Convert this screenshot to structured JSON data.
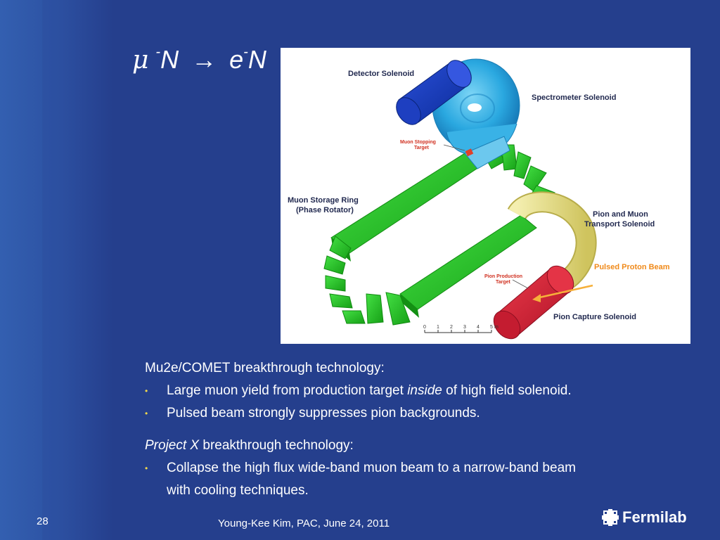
{
  "slide": {
    "title": {
      "mu": "μ",
      "sup1": "-",
      "n1": "N",
      "arrow": "→",
      "e": "e",
      "sup2": "-",
      "n2": "N"
    },
    "figure_labels": {
      "detector_solenoid": "Detector Solenoid",
      "spectrometer_solenoid": "Spectrometer Solenoid",
      "muon_stopping_target_1": "Muon Stopping",
      "muon_stopping_target_2": "Target",
      "muon_storage_ring_1": "Muon Storage Ring",
      "muon_storage_ring_2": "(Phase Rotator)",
      "pion_muon_transport_1": "Pion and Muon",
      "pion_muon_transport_2": "Transport Solenoid",
      "pulsed_proton_beam": "Pulsed Proton Beam",
      "pion_production_target_1": "Pion Production",
      "pion_production_target_2": "Target",
      "pion_capture_solenoid": "Pion Capture Solenoid",
      "scale": [
        "0",
        "1",
        "2",
        "3",
        "4",
        "5"
      ],
      "scale_unit": "m"
    },
    "section1": {
      "heading": "Mu2e/COMET breakthrough technology:",
      "bullet1_a": "Large muon yield from production target ",
      "bullet1_em": "inside",
      "bullet1_b": " of high field solenoid.",
      "bullet2": "Pulsed beam strongly suppresses pion backgrounds."
    },
    "section2": {
      "heading_em": "Project X",
      "heading_rest": " breakthrough technology:",
      "bullet1_line1": "Collapse the high flux wide-band muon beam to a narrow-band beam",
      "bullet1_line2": "with cooling techniques."
    },
    "bullet_symbol": "•",
    "page_number": "28",
    "footer": "Young-Kee Kim, PAC, June 24, 2011",
    "logo_text": "Fermilab",
    "colors": {
      "background": "#253f8d",
      "bullet": "#f2d94b",
      "magnet_green": "#2ecc2e",
      "solenoid_blue": "#2aa8e0",
      "capture_red": "#d8203a",
      "transport_yellow": "#e8e08a",
      "proton_beam_orange": "#f08a1a"
    }
  }
}
